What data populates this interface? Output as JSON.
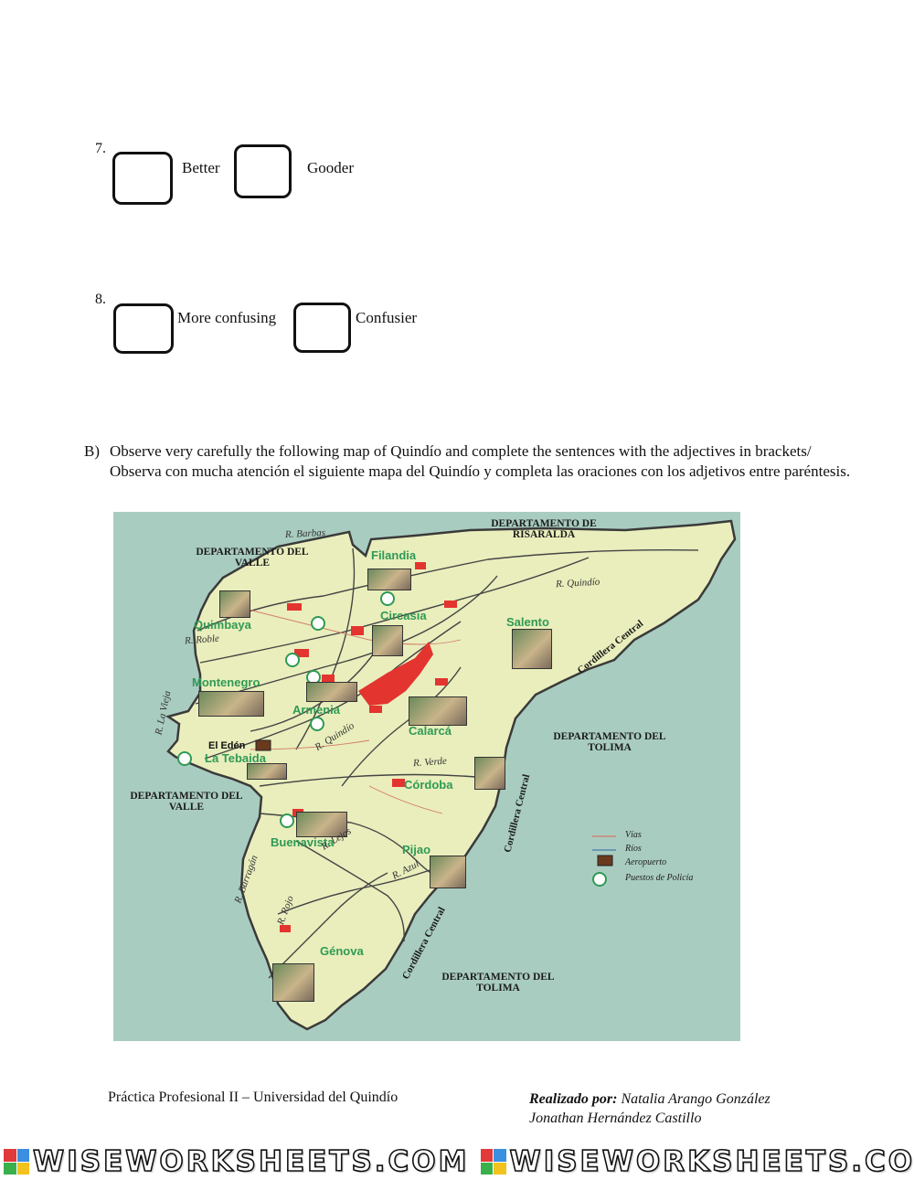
{
  "questions": [
    {
      "number": "7.",
      "options": [
        "Better",
        "Gooder"
      ]
    },
    {
      "number": "8.",
      "options": [
        "More confusing",
        "Confusier"
      ]
    }
  ],
  "section_b": {
    "letter": "B)",
    "instruction": "Observe very carefully the following map of Quindío and complete the sentences with the adjectives in brackets/ Observa con mucha atención el siguiente mapa del Quindío y completa las oraciones con los adjetivos entre paréntesis."
  },
  "map": {
    "departments": {
      "risaralda": "DEPARTAMENTO DE RISARALDA",
      "valle_north": "DEPARTAMENTO DEL VALLE",
      "valle_south": "DEPARTAMENTO DEL VALLE",
      "tolima_east": "DEPARTAMENTO DEL TOLIMA",
      "tolima_south": "DEPARTAMENTO DEL TOLIMA"
    },
    "towns": {
      "filandia": "Filandia",
      "quimbaya": "Quimbaya",
      "circasia": "Circasia",
      "salento": "Salento",
      "montenegro": "Montenegro",
      "armenia": "Armenia",
      "calarca": "Calarcá",
      "el_eden": "El Edén",
      "la_tebaida": "La Tebaida",
      "cordoba": "Córdoba",
      "buenavista": "Buenavista",
      "pijao": "Pijao",
      "genova": "Génova"
    },
    "rivers": {
      "barbas": "R. Barbas",
      "quindio_north": "R. Quindío",
      "roble": "R. Roble",
      "la_vieja": "R. La Vieja",
      "quindio_mid": "R. Quindío",
      "verde": "R. Verde",
      "lejos": "R. Lejos",
      "azul": "R. Azul",
      "barragan": "R. Barragán",
      "rojo": "R. Rojo"
    },
    "cordillera": {
      "north": "Cordillera Central",
      "mid": "Cordillera Central",
      "south": "Cordillera Central"
    },
    "legend": [
      {
        "label": "Vías",
        "symbol": "road-line"
      },
      {
        "label": "Ríos",
        "symbol": "river-line"
      },
      {
        "label": "Aeropuerto",
        "symbol": "airport-icon"
      },
      {
        "label": "Puestos de Policía",
        "symbol": "police-star-icon"
      }
    ],
    "colors": {
      "land": "#e9eebc",
      "background": "#a9ccc0",
      "urban": "#e3342f",
      "town_label": "#2f9a55"
    }
  },
  "footer": {
    "left": "Práctica Profesional II – Universidad del Quindío",
    "right_label": "Realizado por:",
    "right_name1": "Natalia Arango González",
    "right_name2": "Jonathan Hernández Castillo"
  },
  "watermark": {
    "text": "WISEWORKSHEETS.COM",
    "repeat": 2
  }
}
